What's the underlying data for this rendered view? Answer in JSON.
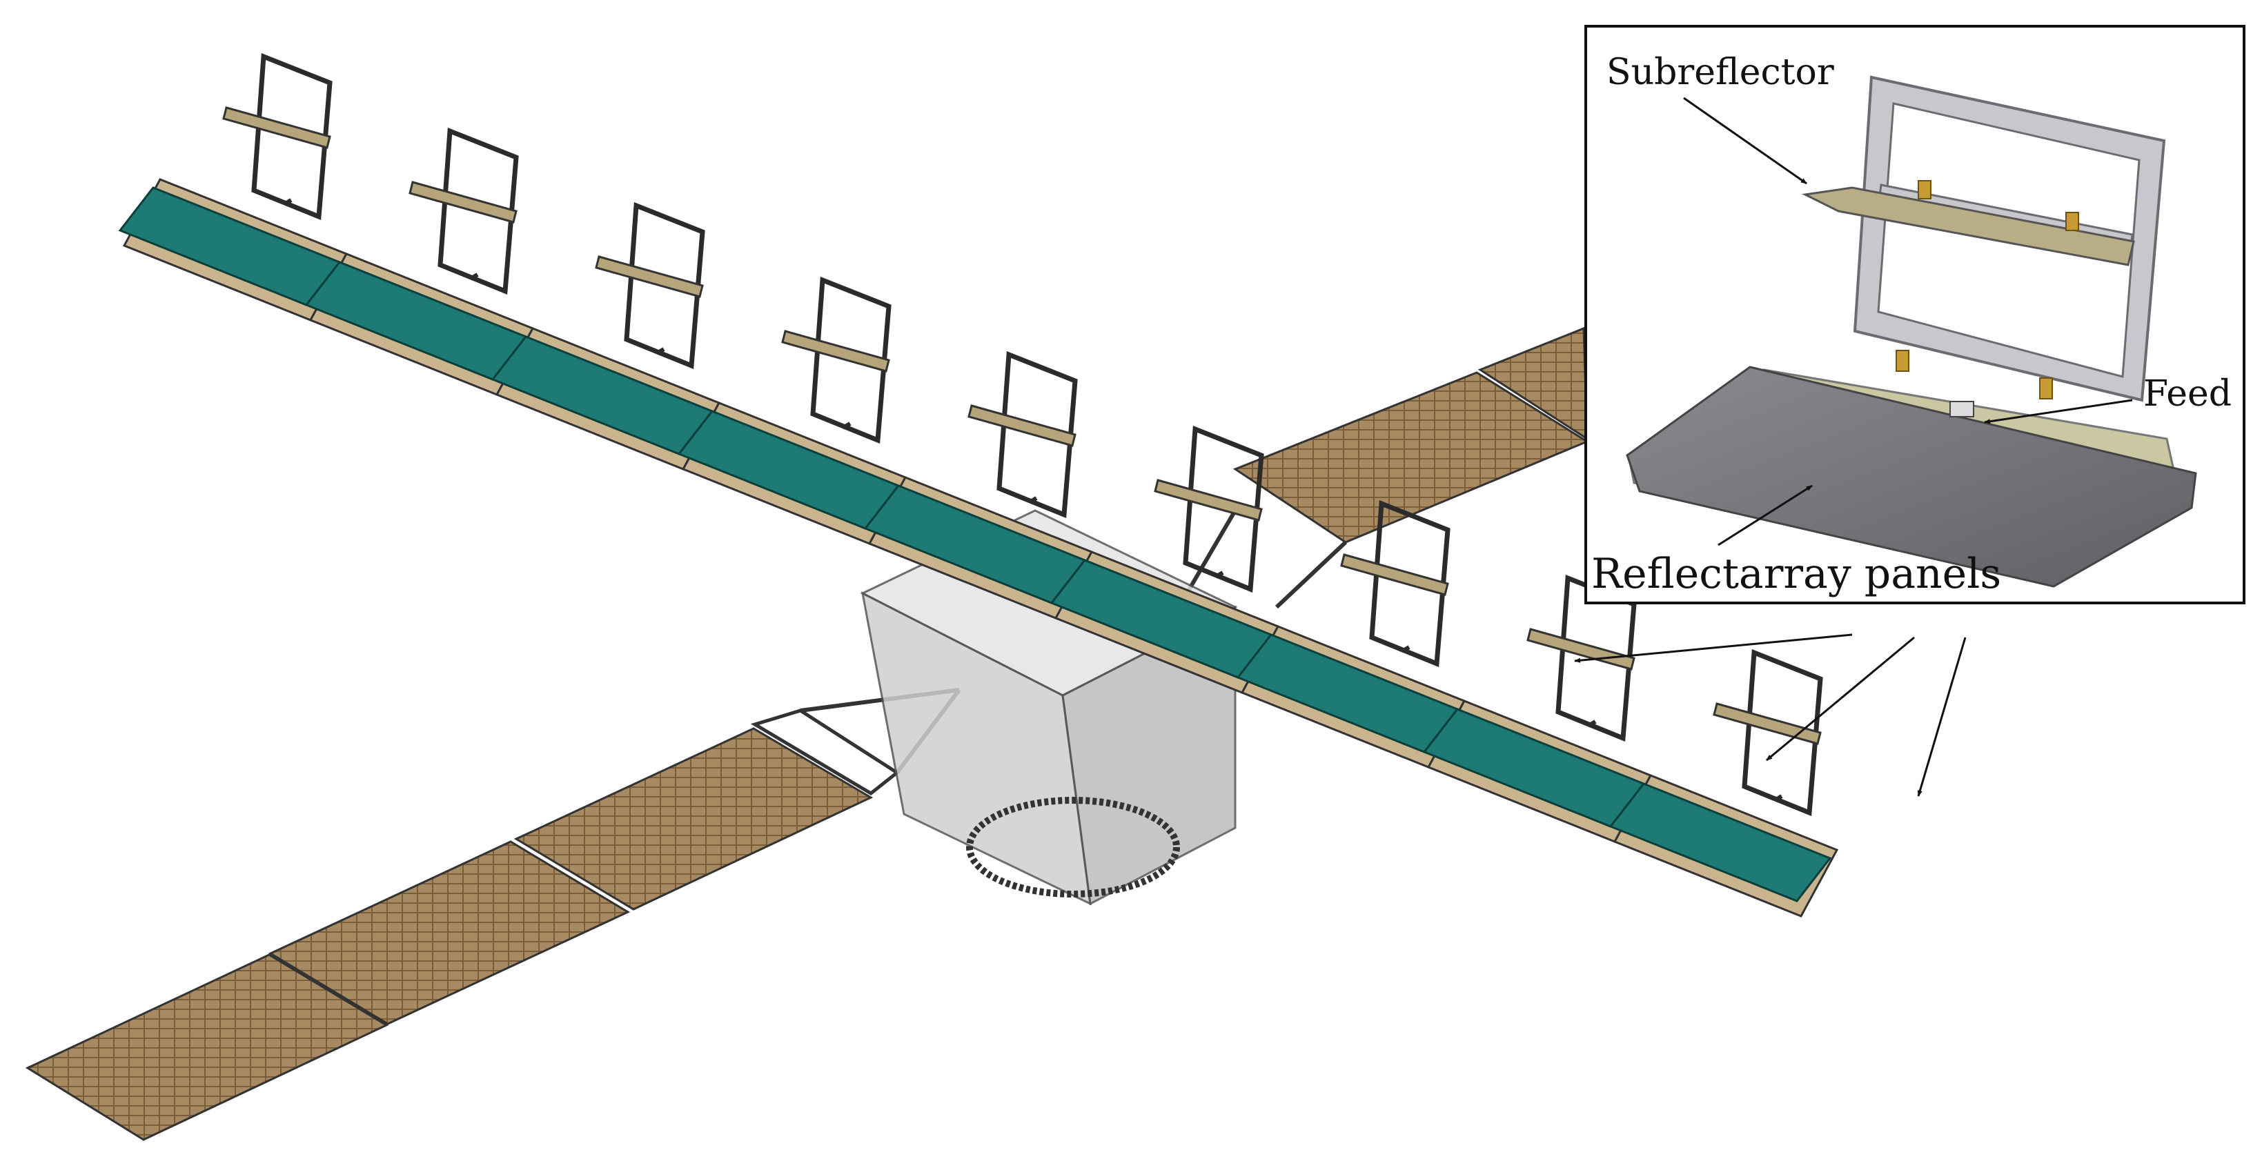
{
  "figure": {
    "inset": {
      "labels": {
        "subreflector": "Subreflector",
        "feed": "Feed",
        "reflectarray_panels": "Reflectarray panels"
      }
    },
    "colors": {
      "reflectarray_panel": "#1e7a75",
      "reflectarray_panel_dark": "#135a56",
      "support_rail": "#c9b48e",
      "solar_panel": "#a88a62",
      "solar_cell_line": "#7a5e3a",
      "bus_body": "#d8d8d8",
      "frame": "#2b2b2b",
      "subreflector_plate": "#b6a47a",
      "inset_panel": "#77777b",
      "inset_rail": "#c9c8a2",
      "inset_frame": "#b7b7bd",
      "hinge": "#c89a34"
    }
  }
}
